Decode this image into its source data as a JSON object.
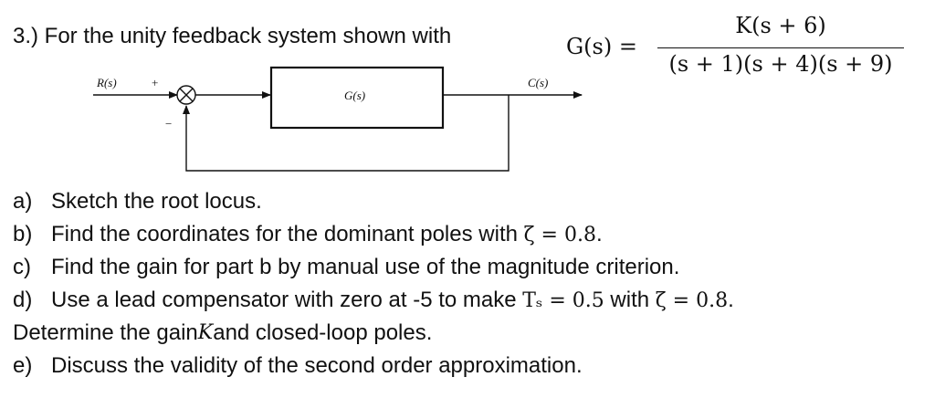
{
  "heading": "3.) For the unity feedback system shown with",
  "transfer_function": {
    "lhs": "G(s) =",
    "numerator": "K(s + 6)",
    "denominator": "(s + 1)(s + 4)(s + 9)"
  },
  "block_diagram": {
    "input_label": "R(s)",
    "output_label": "C(s)",
    "block_label": "G(s)",
    "plus_sign": "+",
    "minus_sign": "−"
  },
  "questions": [
    {
      "mark": "a)",
      "text": "Sketch the root locus."
    },
    {
      "mark": "b)",
      "text": "Find the coordinates for the dominant poles with ",
      "math": "ζ = 0.8",
      "after": "."
    },
    {
      "mark": "c)",
      "text": "Find the gain for part b by manual use of the magnitude criterion."
    },
    {
      "mark": "d)",
      "text": "Use a lead compensator with zero at -5 to make ",
      "math": "Tₛ = 0.5",
      "mid": " with ",
      "math2": "ζ = 0.8",
      "after": ".",
      "continuation": {
        "before": "Determine the gain ",
        "math": "K",
        "after": " and closed-loop poles."
      }
    },
    {
      "mark": "e)",
      "text": "Discuss the validity of the second order approximation."
    }
  ]
}
